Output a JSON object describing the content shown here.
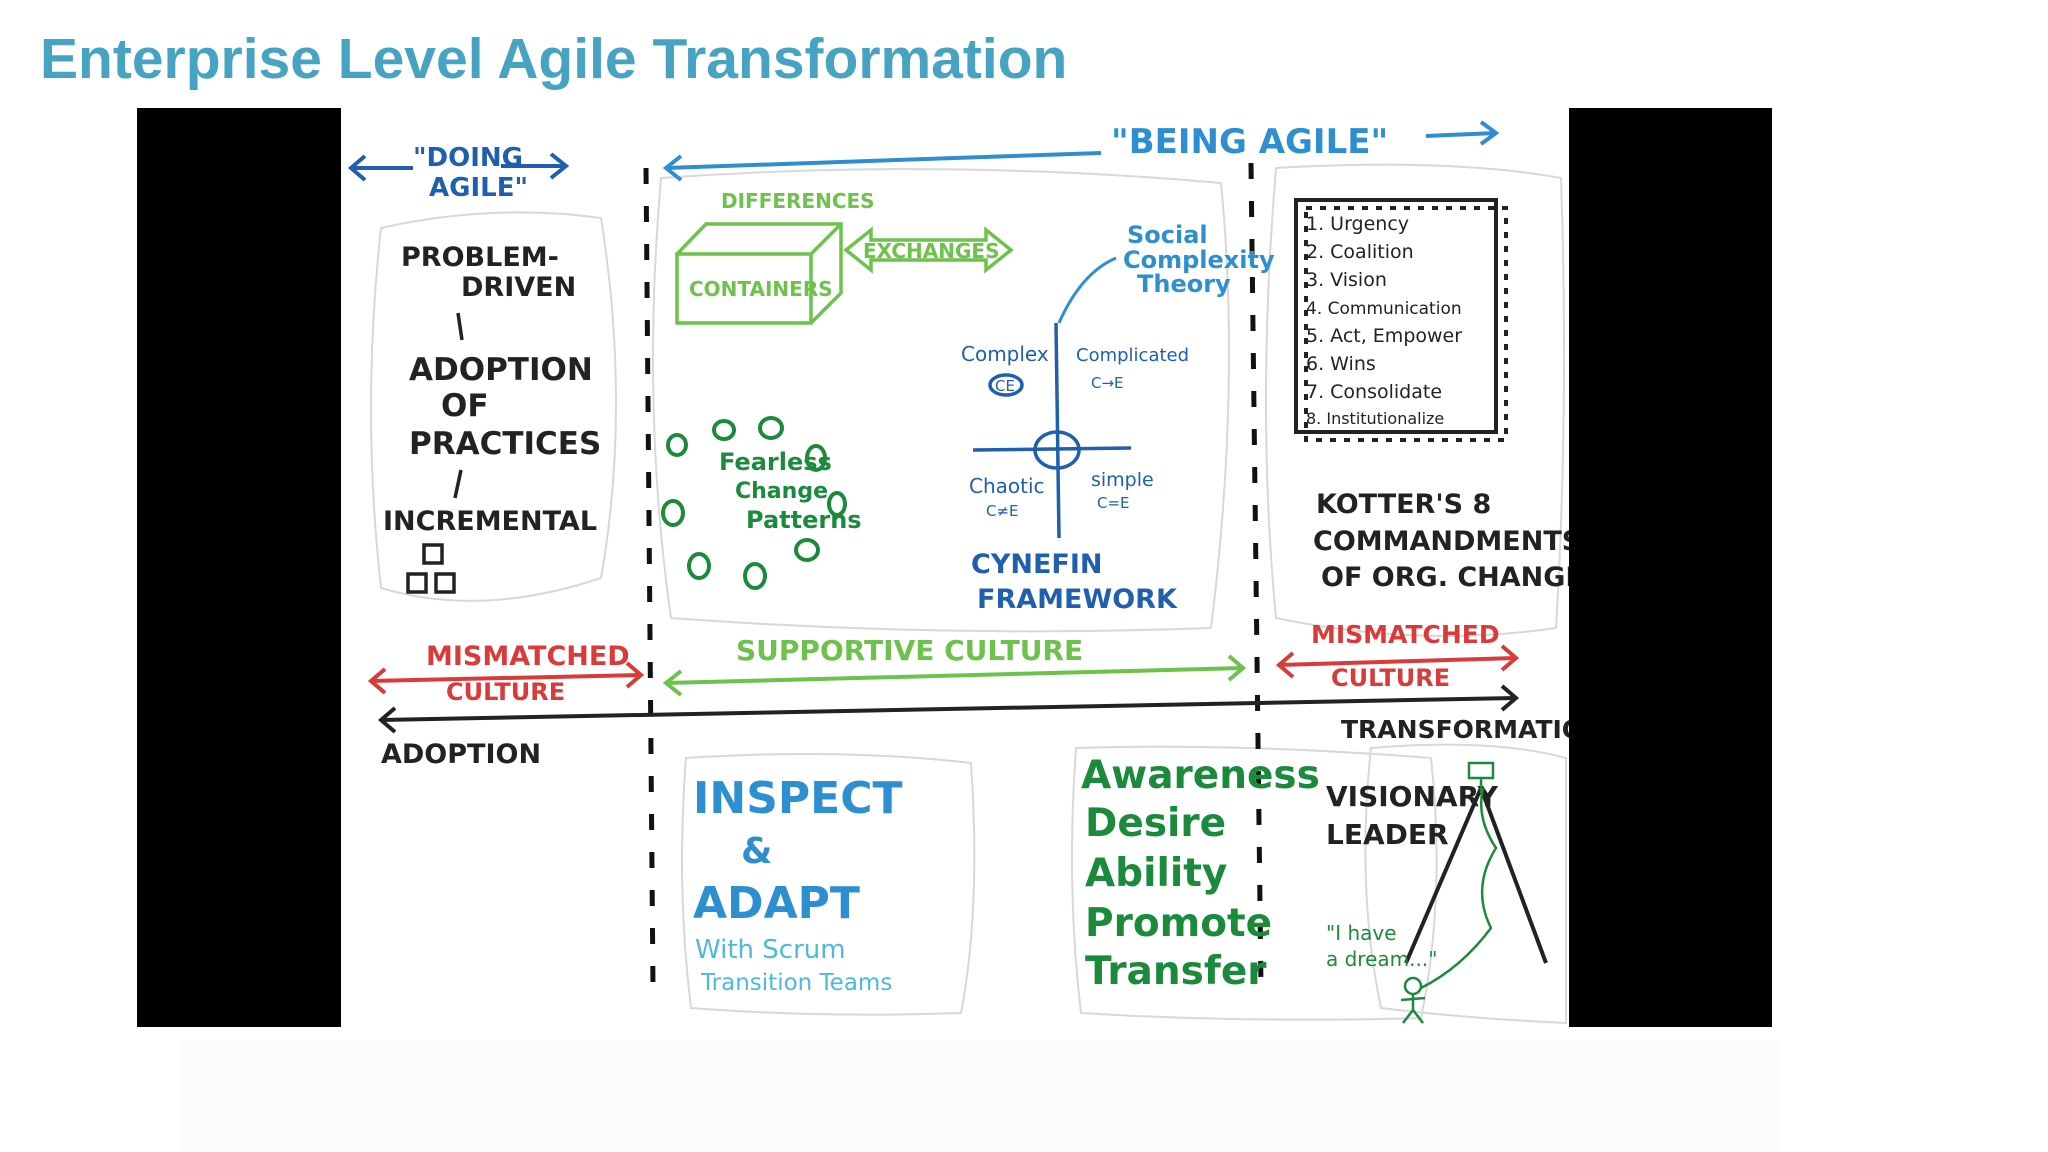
{
  "slide": {
    "title": "Enterprise Level Agile Transformation"
  },
  "colors": {
    "title": "#46a3c1",
    "blue": "#2e7cc4",
    "green": "#6cc24a",
    "dark_green": "#1c8a3c",
    "red": "#d93b3b",
    "black": "#1a1a1a"
  },
  "whiteboard": {
    "doing_agile": [
      "\"DOING",
      "AGILE\""
    ],
    "being_agile": "\"BEING AGILE\"",
    "problem_driven": [
      "PROBLEM-",
      "DRIVEN"
    ],
    "adoption_of_practices": [
      "ADOPTION",
      "OF",
      "PRACTICES"
    ],
    "incremental": "INCREMENTAL",
    "differences": "DIFFERENCES",
    "containers": "CONTAINERS",
    "exchanges": "EXCHANGES",
    "social_complexity": [
      "Social",
      "Complexity",
      "Theory"
    ],
    "fearless_change": [
      "Fearless",
      "Change",
      "Patterns"
    ],
    "cynefin": {
      "complex": "Complex",
      "complex_sub": "CE",
      "complicated": "Complicated",
      "complicated_sub": "C→E",
      "chaotic": "Chaotic",
      "chaotic_sub": "C≠E",
      "simple": "simple",
      "simple_sub": "C=E",
      "title": [
        "CYNEFIN",
        "FRAMEWORK"
      ]
    },
    "kotter_list": [
      "1. Urgency",
      "2. Coalition",
      "3. Vision",
      "4. Communication",
      "5. Act, Empower",
      "6. Wins",
      "7. Consolidate",
      "8. Institutionalize"
    ],
    "kotter_caption": [
      "KOTTER'S 8",
      "COMMANDMENTS",
      "OF ORG. CHANGE"
    ],
    "mismatched_left": [
      "MISMATCHED",
      "CULTURE"
    ],
    "supportive_culture": "SUPPORTIVE CULTURE",
    "mismatched_right": [
      "MISMATCHED",
      "CULTURE"
    ],
    "adoption": "ADOPTION",
    "transformation": "TRANSFORMATION",
    "inspect_adapt": [
      "INSPECT",
      "&",
      "ADAPT"
    ],
    "scrum_teams": [
      "With Scrum",
      "Transition Teams"
    ],
    "adkar": [
      "Awareness",
      "Desire",
      "Ability",
      "Promote",
      "Transfer"
    ],
    "visionary_leader": [
      "VISIONARY",
      "LEADER"
    ],
    "dream_quote": [
      "\"I have",
      "a dream...\""
    ]
  }
}
